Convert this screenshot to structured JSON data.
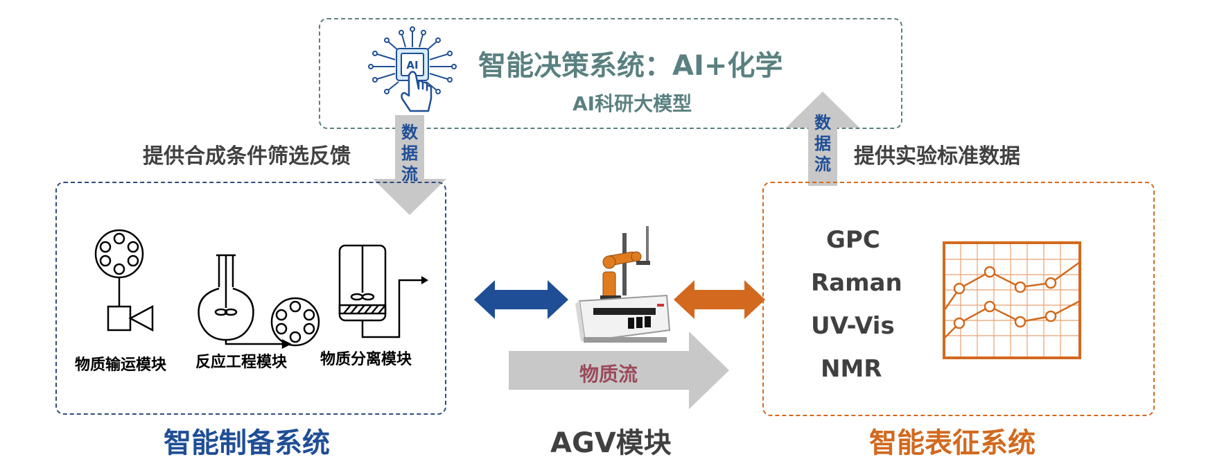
{
  "colors": {
    "teal": "#5a8080",
    "blue": "#1f4e96",
    "navy": "#2d4b7c",
    "orange": "#d2691e",
    "gray_arrow": "#c8c8c8",
    "dark_text": "#404040",
    "material_flow_text": "#9b4a5b"
  },
  "decision": {
    "title": "智能决策系统：AI+化学",
    "subtitle": "AI科研大模型",
    "chip_label": "AI",
    "icon": "ai-chip-touch-icon"
  },
  "flows": {
    "down_label": "数\n据\n流",
    "up_label": "数\n据\n流",
    "left_caption": "提供合成条件筛选反馈",
    "right_caption": "提供实验标准数据",
    "material_flow": "物质流"
  },
  "prep": {
    "title": "智能制备系统",
    "modules": [
      {
        "label": "物质输运模块",
        "icon": "transport-module-icon"
      },
      {
        "label": "反应工程模块",
        "icon": "reaction-module-icon"
      },
      {
        "label": "物质分离模块",
        "icon": "separation-module-icon"
      }
    ]
  },
  "agv": {
    "title": "AGV模块",
    "icon": "agv-robot-icon"
  },
  "characterization": {
    "title": "智能表征系统",
    "methods": [
      "GPC",
      "Raman",
      "UV-Vis",
      "NMR"
    ],
    "icon": "line-chart-icon"
  }
}
